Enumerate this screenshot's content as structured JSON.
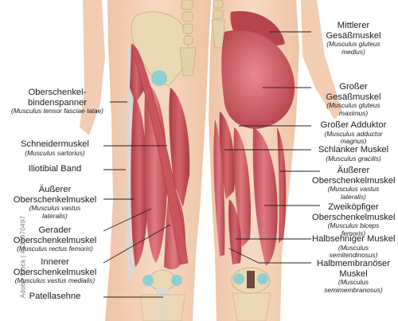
{
  "stock_id": "Adobe Stock | #131970497",
  "left_labels": [
    {
      "de": "Oberschenkel-",
      "de2": "bindenspanner",
      "la": "(Musculus tensor fasciae latae)"
    },
    {
      "de": "Schneidermuskel",
      "la": "(Musculus sartorius)"
    },
    {
      "de": "Iliotibial Band"
    },
    {
      "de": "Äußerer",
      "de2": "Oberschenkelmuskel",
      "la": "(Musculus vastus",
      "la2": "lateralis)"
    },
    {
      "de": "Gerader",
      "de2": "Oberschenkelmuskel",
      "la": "(Musculus rectus femoris)"
    },
    {
      "de": "Innerer",
      "de2": "Oberschenkelmuskel",
      "la": "(Musculus vastus medialis)"
    },
    {
      "de": "Patellasehne"
    }
  ],
  "right_labels": [
    {
      "de": "Mittlerer",
      "de2": "Gesäßmuskel",
      "la": "(Musculus gluteus",
      "la2": "medius)"
    },
    {
      "de": "Großer",
      "de2": "Gesäßmuskel",
      "la": "(Musculus gluteus",
      "la2": "maximus)"
    },
    {
      "de": "Großer Adduktor",
      "la": "(Musculus adductor",
      "la2": "magnus)"
    },
    {
      "de": "Schlanker Muskel",
      "la": "(Musculus gracilis)"
    },
    {
      "de": "Äußerer",
      "de2": "Oberschenkelmuskel",
      "la": "(Musculus vastus",
      "la2": "lateralis)"
    },
    {
      "de": "Zweiköpfiger",
      "de2": "Oberschenkelmuskel",
      "la": "(Musculus biceps",
      "la2": "femoris)"
    },
    {
      "de": "Halbsehniger Muskel",
      "la": "(Musculus",
      "la2": "semitendinosus)"
    },
    {
      "de": "Halbmembranöser",
      "de2": "Muskel",
      "la": "(Musculus",
      "la2": "semimembranosus)"
    }
  ],
  "colors": {
    "skin": "#f3d0b6",
    "muscle": "#c9545a",
    "muscle_dark": "#a83b44",
    "tendon": "#dcd8cf",
    "bone": "#e9d9b4",
    "cartilage": "#8fcfcf",
    "leader": "#222222"
  }
}
